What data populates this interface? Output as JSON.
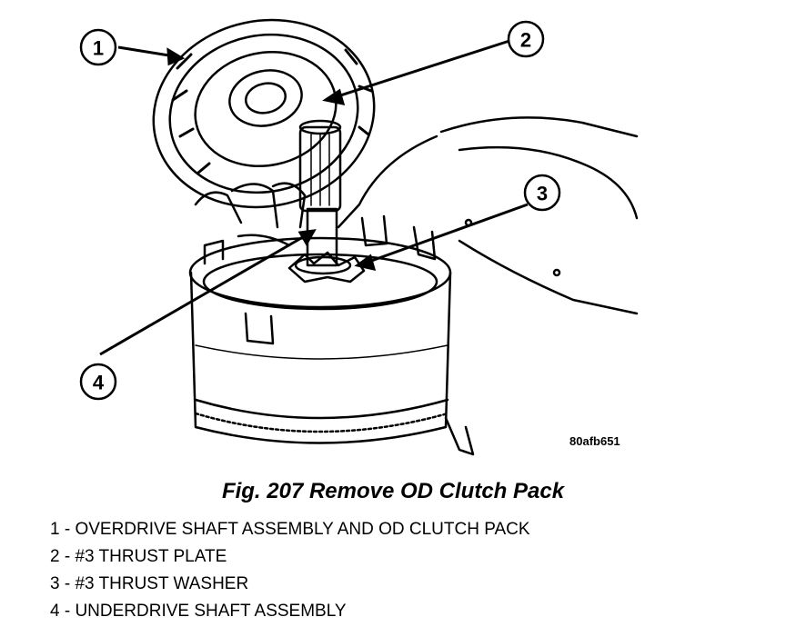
{
  "figure": {
    "id_label": "80afb651",
    "caption": "Fig. 207 Remove OD Clutch Pack"
  },
  "callouts": [
    "1",
    "2",
    "3",
    "4"
  ],
  "legend": [
    "1 - OVERDRIVE SHAFT ASSEMBLY AND OD CLUTCH PACK",
    "2 - #3 THRUST PLATE",
    "3 - #3 THRUST WASHER",
    "4 - UNDERDRIVE SHAFT ASSEMBLY"
  ]
}
